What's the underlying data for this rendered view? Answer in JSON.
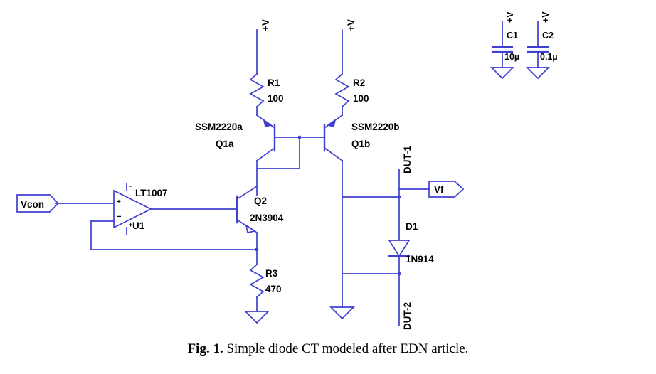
{
  "figure": {
    "caption_prefix": "Fig. 1.",
    "caption_text": "Simple diode CT modeled after EDN article.",
    "wire_color": "#4040d0",
    "text_color": "#000000",
    "background": "#ffffff"
  },
  "ports": [
    {
      "name": "Vcon",
      "label": "Vcon",
      "kind": "input-port"
    },
    {
      "name": "Vf",
      "label": "Vf",
      "kind": "output-port"
    }
  ],
  "rails": [
    {
      "name": "rail-r1",
      "label": "+V"
    },
    {
      "name": "rail-r2",
      "label": "+V"
    },
    {
      "name": "rail-c1",
      "label": "+V"
    },
    {
      "name": "rail-c2",
      "label": "+V"
    }
  ],
  "components": {
    "r1": {
      "ref": "R1",
      "value": "100"
    },
    "r2": {
      "ref": "R2",
      "value": "100"
    },
    "r3": {
      "ref": "R3",
      "value": "470"
    },
    "c1": {
      "ref": "C1",
      "value": "10µ"
    },
    "c2": {
      "ref": "C2",
      "value": "0.1µ"
    },
    "q1a": {
      "part": "SSM2220a",
      "ref": "Q1a"
    },
    "q1b": {
      "part": "SSM2220b",
      "ref": "Q1b"
    },
    "q2": {
      "ref": "Q2",
      "part": "2N3904"
    },
    "u1": {
      "part": "LT1007",
      "ref": "U1",
      "plus_pin": "+",
      "minus_pin": "−",
      "pwr_minus": "−",
      "pwr_plus": "+"
    },
    "d1": {
      "ref": "D1",
      "part": "1N914"
    }
  },
  "nets": [
    {
      "name": "DUT-1",
      "label": "DUT-1"
    },
    {
      "name": "DUT-2",
      "label": "DUT-2"
    }
  ]
}
